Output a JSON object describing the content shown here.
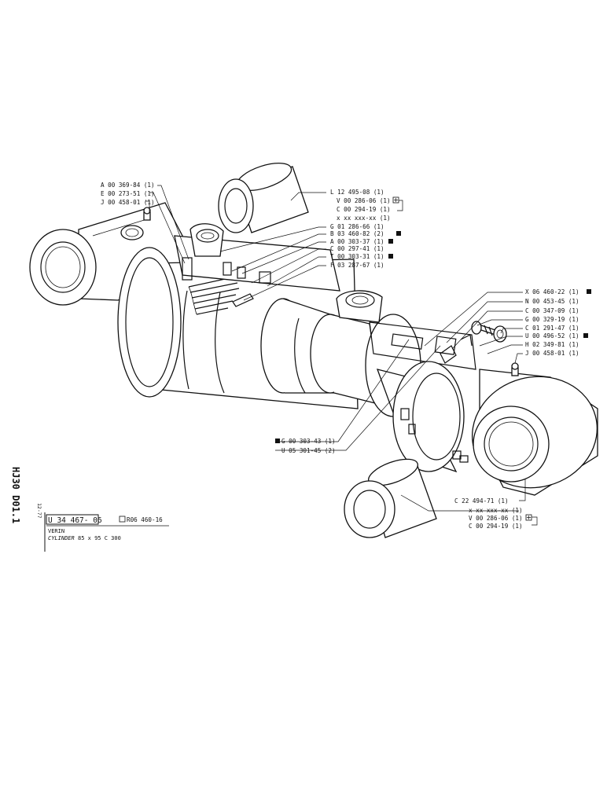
{
  "side_code": "HJ30 D01.1",
  "date_code": "12-77",
  "title_block": {
    "part_number": "U 34 467- 06",
    "reference": "R06 460-16",
    "name_fr": "VERIN",
    "name_en": "CYLINDER",
    "spec": "85 x 95   C 300"
  },
  "callouts": {
    "a_369": "A 00 369-84 (1)",
    "e_273": "E 00 273-51 (1)",
    "j_458_top": "J 00 458-01 (1)",
    "l_12495": "L 12 495-08 (1)",
    "v_286_top": "V 00 286-06 (1)",
    "c_294_top": "C 00 294-19 (1)",
    "x_xx_top": "x xx xxx-xx (1)",
    "g_286": "G 01 286-66 (1)",
    "b_460": "B 03 460-82 (2)",
    "a_303": "A 00 303-37 (1)",
    "c_297": "C 00 297-41 (1)",
    "t_303": "T 00 303-31 (1)",
    "f_287": "F 03 287-67 (1)",
    "x_460": "X 06 460-22 (1)",
    "n_453": "N 00 453-45 (1)",
    "c_347": "C 00 347-09 (1)",
    "g_329": "G 00 329-19 (1)",
    "c_291": "C 01 291-47 (1)",
    "u_496": "U 00 496-52 (1)",
    "h_349": "H 02 349-81 (1)",
    "j_458_right": "J 00 458-01 (1)",
    "g_303": "G 00 303-43 (1)",
    "u_301": "U 05 301-45 (2)",
    "c_22494": "C 22 494-71 (1)",
    "x_xx_bottom": "x xx xxx-xx (1)",
    "v_286_bottom": "V 00 286-06 (1)",
    "c_294_bottom": "C 00 294-19 (1)"
  }
}
